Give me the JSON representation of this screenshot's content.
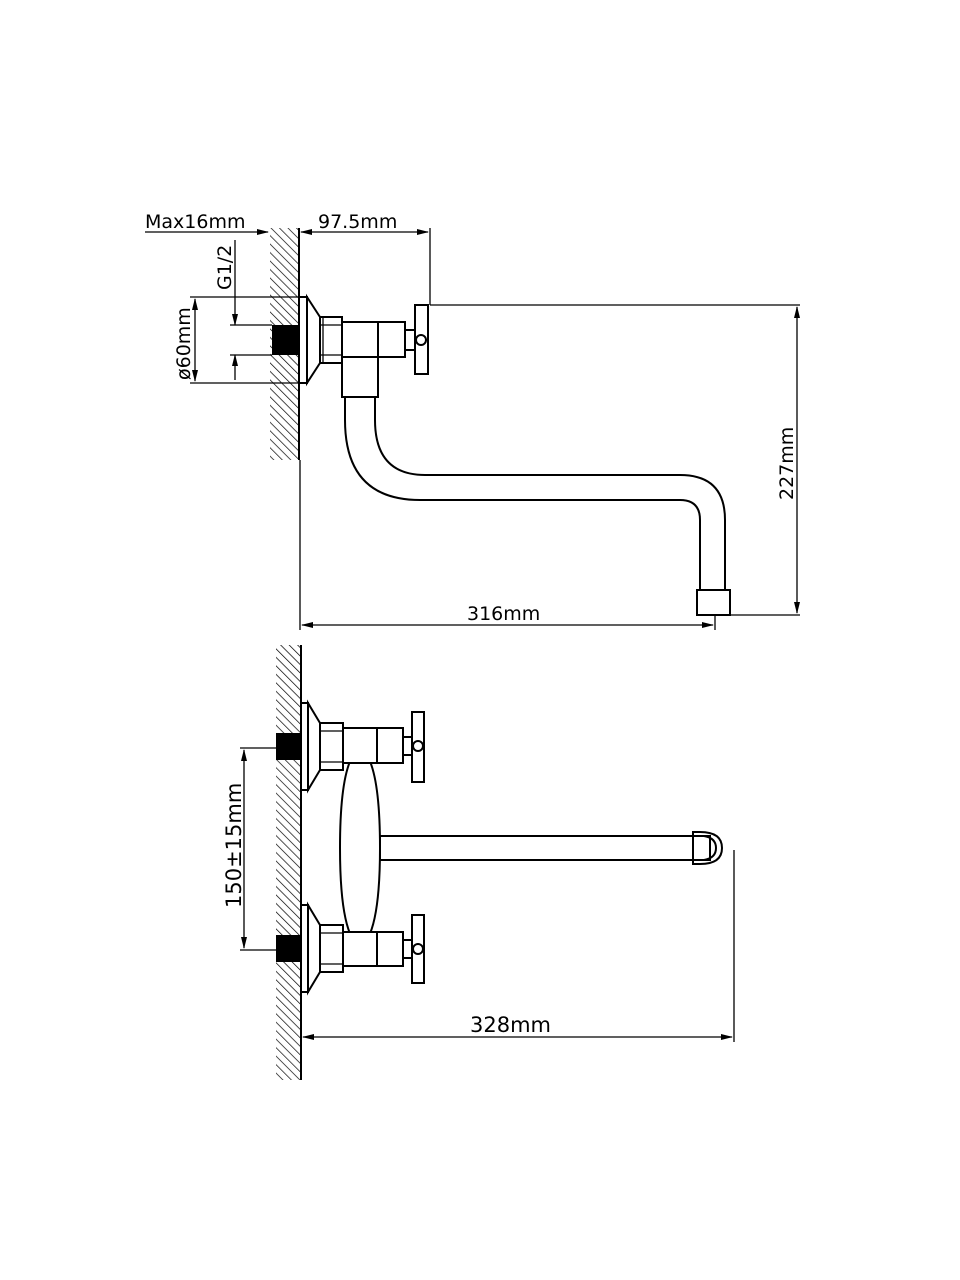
{
  "drawing": {
    "side_view": {
      "max_depth_label": "Max16mm",
      "handle_offset_label": "97.5mm",
      "thread_label": "G1/2",
      "flange_diameter_label": "ø60mm",
      "height_label": "227mm",
      "reach_label": "316mm"
    },
    "front_view": {
      "center_distance_label": "150±15mm",
      "reach_label": "328mm"
    }
  },
  "colors": {
    "line": "#000000",
    "background": "#ffffff"
  }
}
